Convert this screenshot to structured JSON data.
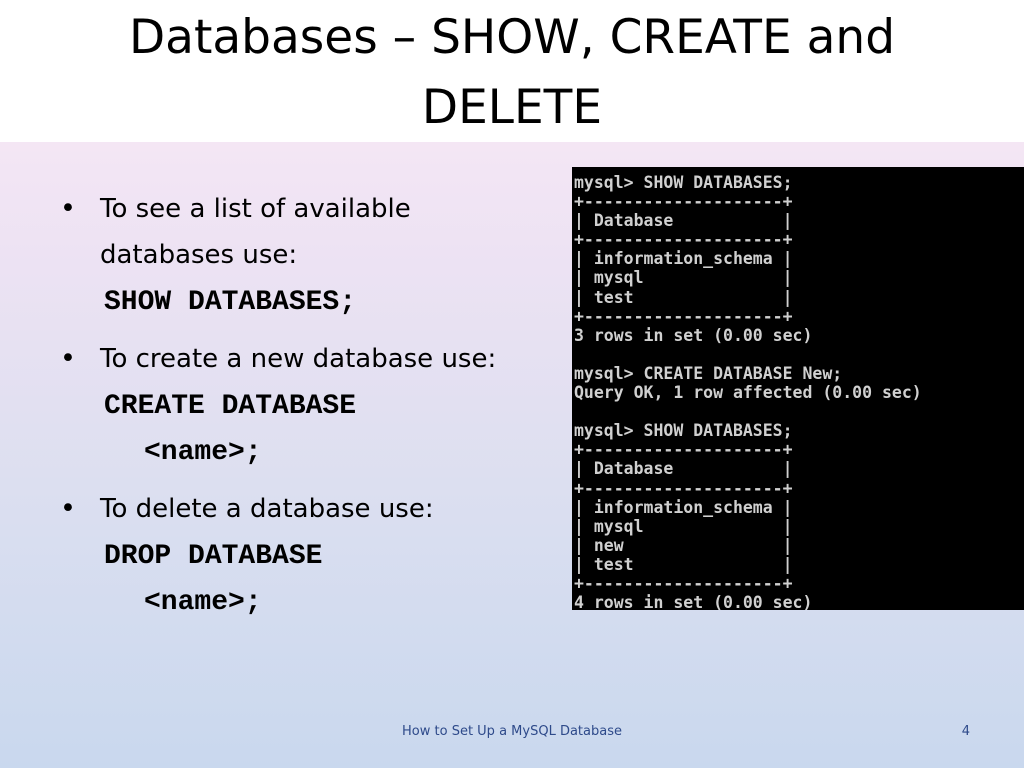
{
  "slide": {
    "title": "Databases – SHOW, CREATE and DELETE",
    "bullets": [
      {
        "text": "To see a list of available databases use:",
        "code_lines": [
          "SHOW DATABASES;"
        ]
      },
      {
        "text": "To create a new database use:",
        "code_lines": [
          "CREATE DATABASE",
          "<name>;"
        ]
      },
      {
        "text": "To delete a database use:",
        "code_lines": [
          "DROP DATABASE",
          "<name>;"
        ]
      }
    ],
    "terminal_output": "mysql> SHOW DATABASES;\n+--------------------+\n| Database           |\n+--------------------+\n| information_schema |\n| mysql              |\n| test               |\n+--------------------+\n3 rows in set (0.00 sec)\n\nmysql> CREATE DATABASE New;\nQuery OK, 1 row affected (0.00 sec)\n\nmysql> SHOW DATABASES;\n+--------------------+\n| Database           |\n+--------------------+\n| information_schema |\n| mysql              |\n| new                |\n| test               |\n+--------------------+\n4 rows in set (0.00 sec)",
    "footer": "How to Set Up a MySQL Database",
    "page_number": "4"
  },
  "colors": {
    "footer_text": "#2e4a8a",
    "terminal_background": "#000000",
    "terminal_text": "#d0d0d0"
  }
}
